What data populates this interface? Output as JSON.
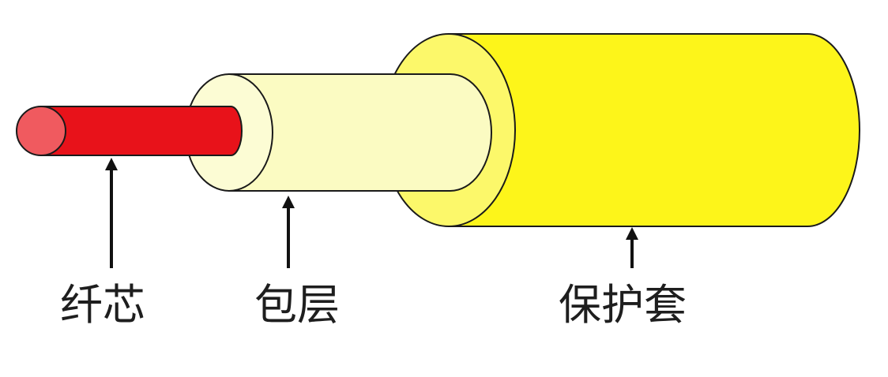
{
  "labels": {
    "core": "纤芯",
    "cladding": "包层",
    "jacket": "保护套"
  },
  "colors": {
    "jacket_body": "#fdf51a",
    "jacket_face": "#fcf86a",
    "cladding_body": "#fbfbc2",
    "cladding_face": "#fcfcd4",
    "core_body": "#e8121a",
    "core_face": "#f05a5f",
    "outline": "#1a1a1a",
    "arrow": "#111111",
    "text": "#1e1e1e"
  }
}
